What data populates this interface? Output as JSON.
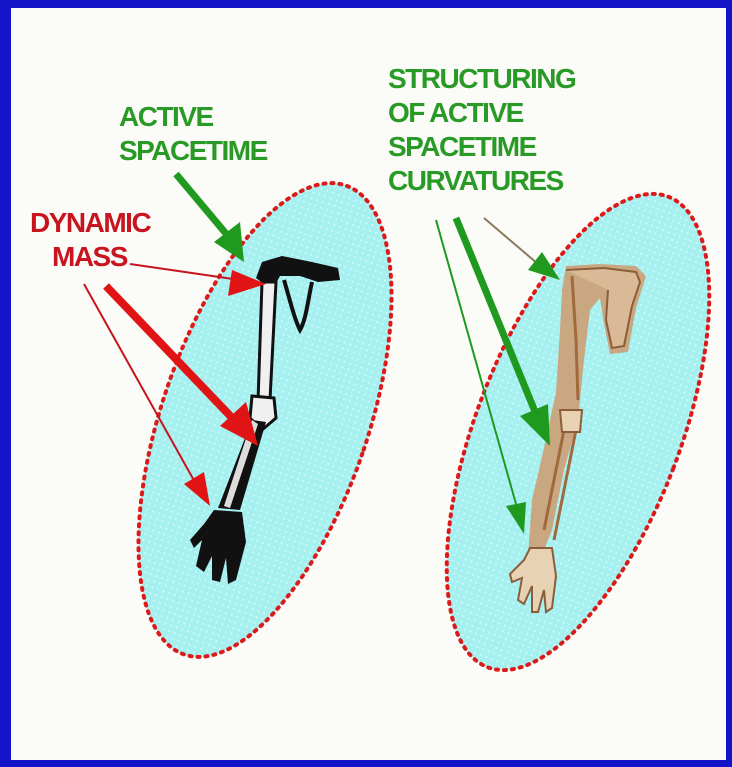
{
  "labels": {
    "active_spacetime": [
      "ACTIVE",
      "SPACETIME"
    ],
    "dynamic_mass": [
      "DYNAMIC",
      "MASS"
    ],
    "structuring": [
      "STRUCTURING",
      "OF ACTIVE",
      "SPACETIME",
      "CURVATURES"
    ]
  },
  "colors": {
    "border": "#1414c8",
    "background": "#fbfbf8",
    "field_fill": "#a6f0f0",
    "field_outline": "#dd1a1a",
    "green_label": "#2a9a26",
    "red_label": "#c8141e",
    "green_arrow": "#1f9a1f",
    "red_arrow": "#e01414",
    "skeleton_dark": "#111111",
    "skeleton_tan": "#c9a781"
  },
  "icons": [
    "black-arm-silhouette",
    "anatomical-arm-illustration"
  ]
}
